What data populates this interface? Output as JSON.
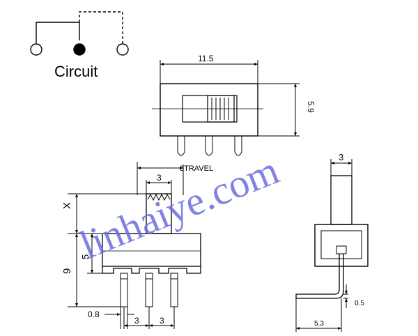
{
  "circuit": {
    "label": "Circuit"
  },
  "top_view": {
    "length_label": "11.5",
    "height_label": "5.9"
  },
  "side_view": {
    "travel_label": "3TRAVEL",
    "actuator_width_label": "3",
    "actuator_label": "X",
    "body_height_label": "5",
    "overall_height_label": "9",
    "pin_width_label": "0.8",
    "pin_pitch_left_label": "3",
    "pin_pitch_right_label": "3"
  },
  "end_view": {
    "actuator_width_label": "3",
    "pin_thickness_label": "0.5",
    "bend_length_label": "5.3"
  },
  "watermark": {
    "text": "linhaiye.com",
    "color": "#6b6ee0"
  }
}
